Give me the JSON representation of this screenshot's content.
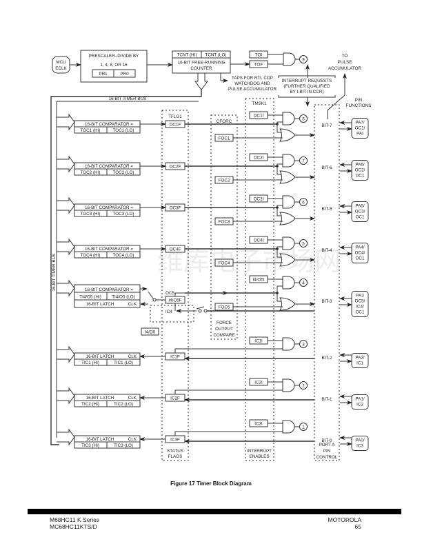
{
  "watermark": "维库电子市场网",
  "clock": {
    "source": "MCU ECLK",
    "line1": "MCU",
    "line2": "ECLK"
  },
  "prescaler": {
    "title": "PRESCALER–DIVIDE BY",
    "ratios": "1,  4,  8,  OR  16",
    "bits": [
      "PR1",
      "PR0"
    ]
  },
  "counter": {
    "regs": [
      "TCNT (HI)",
      "TCNT (LO)"
    ],
    "line1": "16-BIT FREE-RUNNING",
    "line2": "COUNTER"
  },
  "overflow": {
    "toi": "TOI",
    "tof": "TOF",
    "vector": "9"
  },
  "taps": [
    "TAPS FOR RTI, COP",
    "WATCHDOG AND",
    "PULSE ACCUMULATOR"
  ],
  "interrupt_note": [
    "INTERRUPT REQUESTS",
    "(FURTHER QUALIFIED",
    "BY I-BIT IN CCR)"
  ],
  "pulse_acc": [
    "TO",
    "PULSE",
    "ACCUMULATOR"
  ],
  "pin_functions": [
    "PIN",
    "FUNCTIONS"
  ],
  "timer_bus": {
    "horizontal": "16-BIT TIMER BUS",
    "vertical": "16-BIT TIMER BUS"
  },
  "groups": {
    "tflg1": "TFLG1",
    "cforc": "CFORC",
    "tmsk1": "TMSK1",
    "status_flags": [
      "STATUS",
      "FLAGS"
    ],
    "force_output": [
      "FORCE",
      "OUTPUT",
      "COMPARE"
    ],
    "interrupt_enables": [
      "INTERRUPT",
      "ENABLES"
    ],
    "port_a": [
      "PORT A",
      "PIN",
      "CONTROL"
    ]
  },
  "channels": [
    {
      "kind": "oc",
      "block": "16-BIT COMPARATOR  =",
      "regs": [
        "TOC1 (HI)",
        "TOC1 (LO)"
      ],
      "flag": "OC1F",
      "force": "FOC1",
      "enable": "OC1I",
      "vector": "8",
      "bit": "BIT-7",
      "pin": [
        "PA7/",
        "OC1/",
        "PAI"
      ]
    },
    {
      "kind": "oc",
      "block": "16-BIT COMPARATOR  =",
      "regs": [
        "TOC2 (HI)",
        "TOC2 (LO)"
      ],
      "flag": "OC2F",
      "force": "FOC2",
      "enable": "OC2I",
      "vector": "7",
      "bit": "BIT-6",
      "pin": [
        "PA6/",
        "OC2/",
        "OC1"
      ]
    },
    {
      "kind": "oc",
      "block": "16-BIT COMPARATOR  =",
      "regs": [
        "TOC3 (HI)",
        "TOC3 (LO)"
      ],
      "flag": "OC3F",
      "force": "FOC3",
      "enable": "OC3I",
      "vector": "6",
      "bit": "BIT-5",
      "pin": [
        "PA5/",
        "OC3/",
        "OC1"
      ]
    },
    {
      "kind": "oc",
      "block": "16-BIT COMPARATOR  =",
      "regs": [
        "TOC4 (HI)",
        "TOC4 (LO)"
      ],
      "flag": "OC4F",
      "force": "FOC4",
      "enable": "OC4I",
      "vector": "5",
      "bit": "BIT-4",
      "pin": [
        "PA4/",
        "OC4/",
        "OC1"
      ]
    },
    {
      "kind": "io",
      "block": "16-BIT COMPARATOR  =",
      "latch": "16-BIT LATCH",
      "clk": "CLK",
      "regs": [
        "TI4/O5 (HI)",
        "TI4/O5 (LO)"
      ],
      "flag": "I4/O5F",
      "force": "FOC5",
      "enable": "I4/O5I",
      "vector": "4",
      "bit": "BIT-3",
      "pin": [
        "PA3",
        "OC5/",
        "IC4/",
        "OC1"
      ],
      "oc_label": "OC5",
      "ic_label": "IC4",
      "select": "I4/O5"
    },
    {
      "kind": "ic",
      "block": "16-BIT LATCH",
      "clk": "CLK",
      "regs": [
        "TIC1 (HI)",
        "TIC1 (LO)"
      ],
      "flag": "IC1F",
      "enable": "IC1I",
      "vector": "3",
      "bit": "BIT-2",
      "pin": [
        "PA2/",
        "IC1"
      ]
    },
    {
      "kind": "ic",
      "block": "16-BIT LATCH",
      "clk": "CLK",
      "regs": [
        "TIC2 (HI)",
        "TIC2 (LO)"
      ],
      "flag": "IC2F",
      "enable": "IC2I",
      "vector": "2",
      "bit": "BIT-1",
      "pin": [
        "PA1/",
        "IC2"
      ]
    },
    {
      "kind": "ic",
      "block": "16-BIT LATCH",
      "clk": "CLK",
      "regs": [
        "TIC3 (HI)",
        "TIC3 (LO)"
      ],
      "flag": "IC3F",
      "enable": "IC3I",
      "vector": "1",
      "bit": "BIT-0",
      "pin": [
        "PA0/",
        "IC3"
      ]
    }
  ],
  "caption": "Figure 17 Timer Block Diagram",
  "footer": {
    "left": [
      "M68HC11 K Series",
      "MC68HC11KTS/D"
    ],
    "right": [
      "MOTOROLA",
      "65"
    ]
  }
}
